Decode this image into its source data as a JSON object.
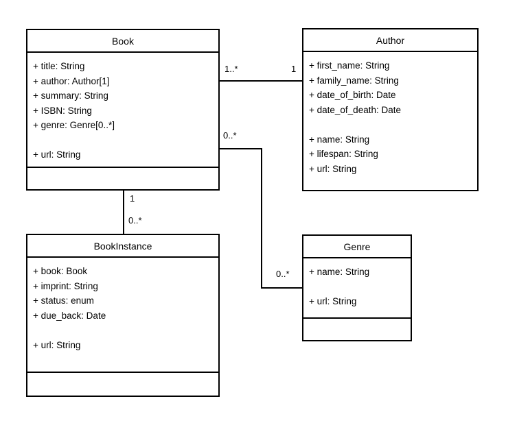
{
  "diagram": {
    "type": "uml-class-diagram",
    "background_color": "#ffffff",
    "stroke_color": "#000000",
    "text_color": "#000000",
    "classes": [
      {
        "name": "Book",
        "attributes": [
          "+ title: String",
          "+ author: Author[1]",
          "+ summary: String",
          "+ ISBN: String",
          "+ genre: Genre[0..*]",
          "",
          "+ url: String"
        ],
        "methods": []
      },
      {
        "name": "Author",
        "attributes": [
          "+ first_name: String",
          "+ family_name: String",
          "+ date_of_birth: Date",
          "+ date_of_death: Date",
          "",
          "+ name: String",
          "+ lifespan: String",
          "+ url: String"
        ],
        "methods": []
      },
      {
        "name": "BookInstance",
        "attributes": [
          "+ book: Book",
          "+ imprint: String",
          "+ status: enum",
          "+ due_back: Date",
          "",
          "+ url: String"
        ],
        "methods": []
      },
      {
        "name": "Genre",
        "attributes": [
          "+ name: String",
          "",
          "+ url: String"
        ],
        "methods": []
      }
    ],
    "associations": [
      {
        "from": "Book",
        "to": "Author",
        "from_multiplicity": "1..*",
        "to_multiplicity": "1"
      },
      {
        "from": "Book",
        "to": "BookInstance",
        "from_multiplicity": "1",
        "to_multiplicity": "0..*"
      },
      {
        "from": "Book",
        "to": "Genre",
        "from_multiplicity": "0..*",
        "to_multiplicity": "0..*"
      }
    ]
  }
}
